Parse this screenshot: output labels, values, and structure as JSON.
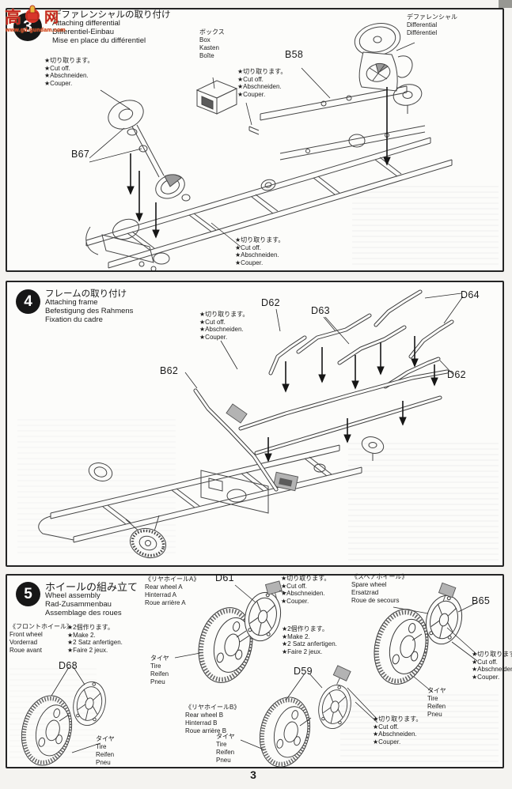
{
  "page": {
    "number": "3"
  },
  "watermark": {
    "char_left": "高",
    "char_right": "网",
    "url": "www.gd-gundam.com"
  },
  "notes": {
    "cut": [
      "★切り取ります。",
      "★Cut off.",
      "★Abschneiden.",
      "★Couper."
    ],
    "make2": [
      "★2個作ります。",
      "★Make 2.",
      "★2 Satz anfertigen.",
      "★Faire 2 jeux."
    ]
  },
  "tire": [
    "タイヤ",
    "Tire",
    "Reifen",
    "Pneu"
  ],
  "step3": {
    "number": "3",
    "title": [
      "デファレンシャルの取り付け",
      "Attaching differential",
      "Differentiel-Einbau",
      "Mise en place du différentiel"
    ],
    "box": [
      "ボックス",
      "Box",
      "Kasten",
      "Boîte"
    ],
    "differential": [
      "デファレンシャル",
      "Differential",
      "Différentiel"
    ],
    "parts": {
      "b67": "B67",
      "b58": "B58"
    }
  },
  "step4": {
    "number": "4",
    "title": [
      "フレームの取り付け",
      "Attaching frame",
      "Befestigung des Rahmens",
      "Fixation du cadre"
    ],
    "parts": {
      "b62": "B62",
      "d62": "D62",
      "d63": "D63",
      "d64": "D64"
    }
  },
  "step5": {
    "number": "5",
    "title": [
      "ホイールの組み立て",
      "Wheel assembly",
      "Rad-Zusammenbau",
      "Assemblage des roues"
    ],
    "front": [
      "《フロントホイール》",
      "Front wheel",
      "Vorderrad",
      "Roue avant"
    ],
    "rear_a": [
      "《リヤホイールA》",
      "Rear wheel A",
      "Hinterrad A",
      "Roue arrière A"
    ],
    "rear_b": [
      "《リヤホイールB》",
      "Rear wheel B",
      "Hinterrad B",
      "Roue arrière B"
    ],
    "spare": [
      "《スペアホイール》",
      "Spare wheel",
      "Ersatzrad",
      "Roue de secours"
    ],
    "parts": {
      "d61": "D61",
      "d68": "D68",
      "d59": "D59",
      "b65": "B65"
    }
  }
}
